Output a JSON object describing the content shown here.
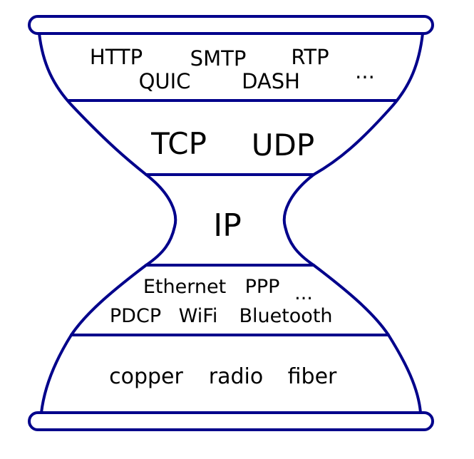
{
  "colors": {
    "stroke": "#00008B",
    "text": "#000000",
    "background": "#FFFFFF"
  },
  "layers": {
    "application": [
      "HTTP",
      "SMTP",
      "RTP",
      "QUIC",
      "DASH",
      "..."
    ],
    "transport": [
      "TCP",
      "UDP"
    ],
    "network": [
      "IP"
    ],
    "link": [
      "Ethernet",
      "PPP",
      "...",
      "PDCP",
      "WiFi",
      "Bluetooth"
    ],
    "physical": [
      "copper",
      "radio",
      "fiber"
    ]
  }
}
